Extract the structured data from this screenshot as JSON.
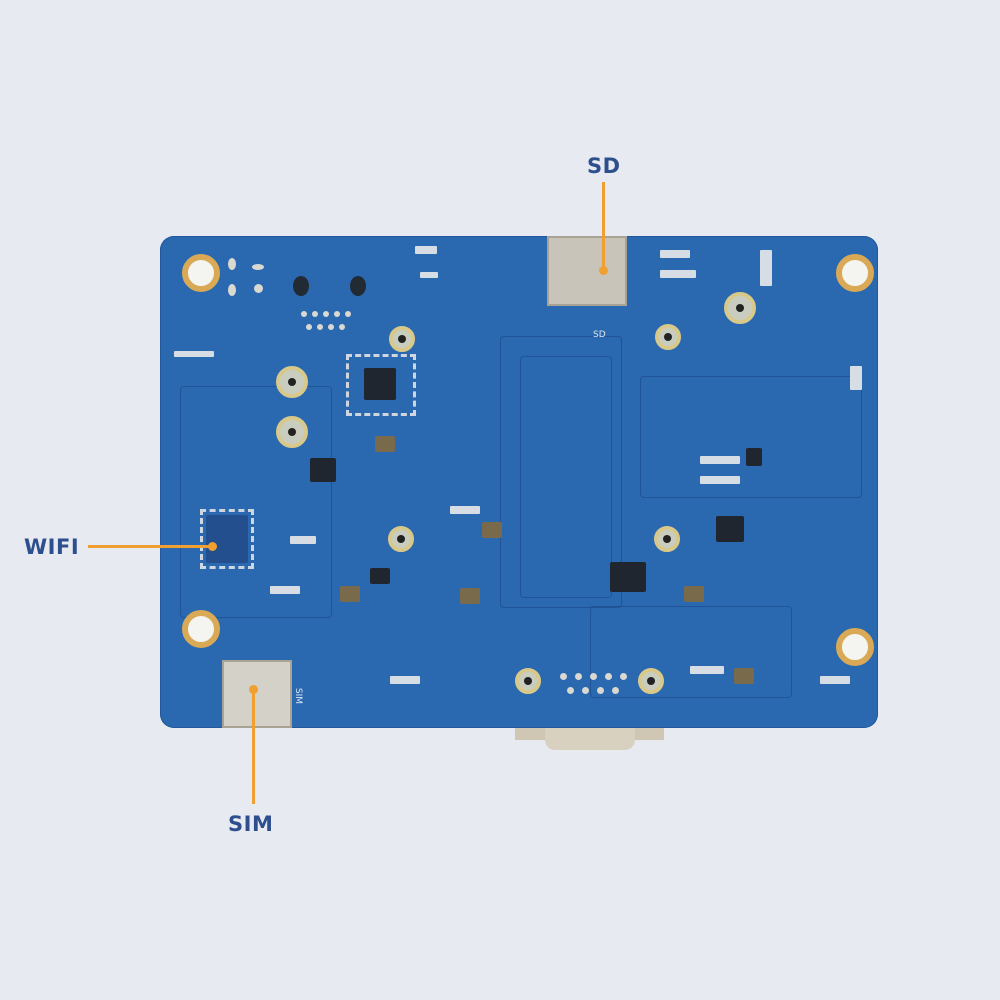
{
  "image": {
    "description": "Bottom side of a blue single-board computer PCB with labeled connectors",
    "background_color": "#e7ebf1",
    "board_color": "#2a68b0",
    "label_color": "#2d4f8e",
    "leader_color": "#f0a030"
  },
  "callouts": [
    {
      "id": "sd",
      "label": "SD",
      "target": "microSD card slot"
    },
    {
      "id": "wifi",
      "label": "WIFI",
      "target": "WiFi module chip"
    },
    {
      "id": "sim",
      "label": "SIM",
      "target": "SIM card slot"
    }
  ],
  "silkscreen": {
    "sd": "SD",
    "sim": "SIM"
  }
}
